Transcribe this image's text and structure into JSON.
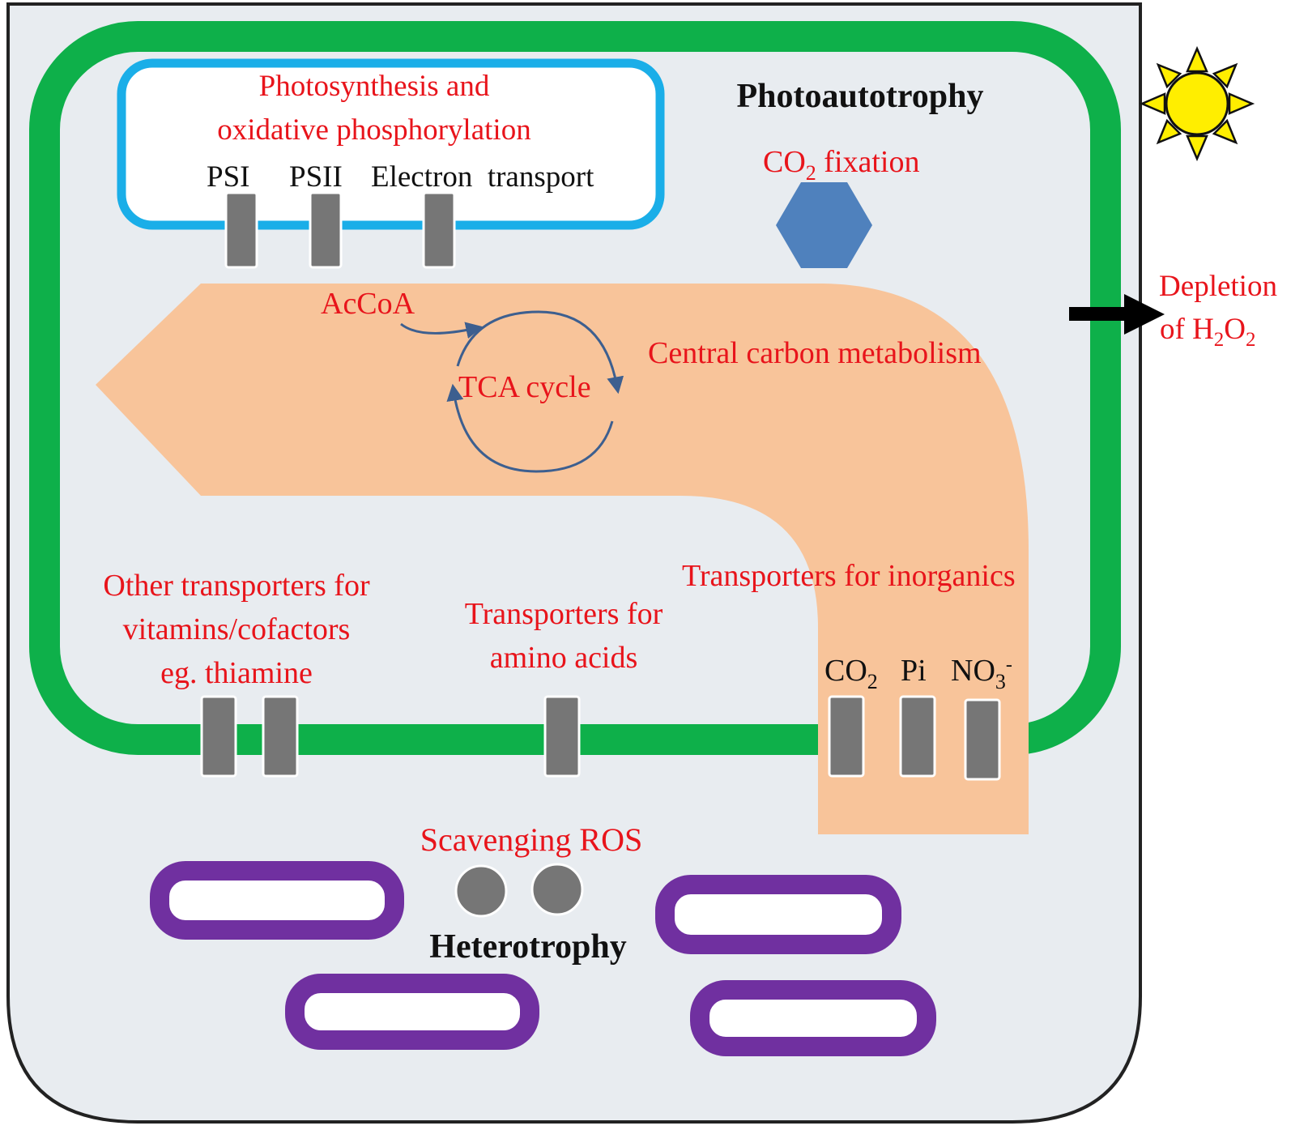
{
  "labels": {
    "photosynthesis_line1": "Photosynthesis and",
    "photosynthesis_line2": "oxidative phosphorylation",
    "psi": "PSI",
    "psii": "PSII",
    "electron_transport": "Electron  transport",
    "photoautotrophy": "Photoautotrophy",
    "co2_fixation_co": "CO",
    "co2_fixation_sub": "2",
    "co2_fixation_rest": " fixation",
    "depletion_line1": "Depletion",
    "depletion_of": "of H",
    "depletion_sub1": "2",
    "depletion_o": "O",
    "depletion_sub2": "2",
    "accoa": "AcCoA",
    "tca_cycle": "TCA cycle",
    "central_carbon": "Central carbon metabolism",
    "transporters_inorganics": "Transporters for inorganics",
    "other_transporters_line1": "Other transporters for",
    "other_transporters_line2": "vitamins/cofactors",
    "other_transporters_line3": "eg. thiamine",
    "amino_line1": "Transporters for",
    "amino_line2": "amino acids",
    "co2_co": "CO",
    "co2_sub": "2",
    "pi": "Pi",
    "no3_no": "NO",
    "no3_sub": "3",
    "no3_sup": "-",
    "scavenging_ros": "Scavenging ROS",
    "heterotrophy": "Heterotrophy"
  },
  "colors": {
    "cell_fill": "#e8ecf0",
    "membrane_green": "#0eb04a",
    "thylakoid_blue": "#1aaee8",
    "carbon_orange": "#f8c49a",
    "transporter_gray": "#767676",
    "hexagon_blue": "#4f81bd",
    "cycle_arrow": "#3d5f8f",
    "label_red": "#e8141b",
    "bacteria_purple": "#7030a0",
    "sun_yellow": "#ffee00"
  }
}
